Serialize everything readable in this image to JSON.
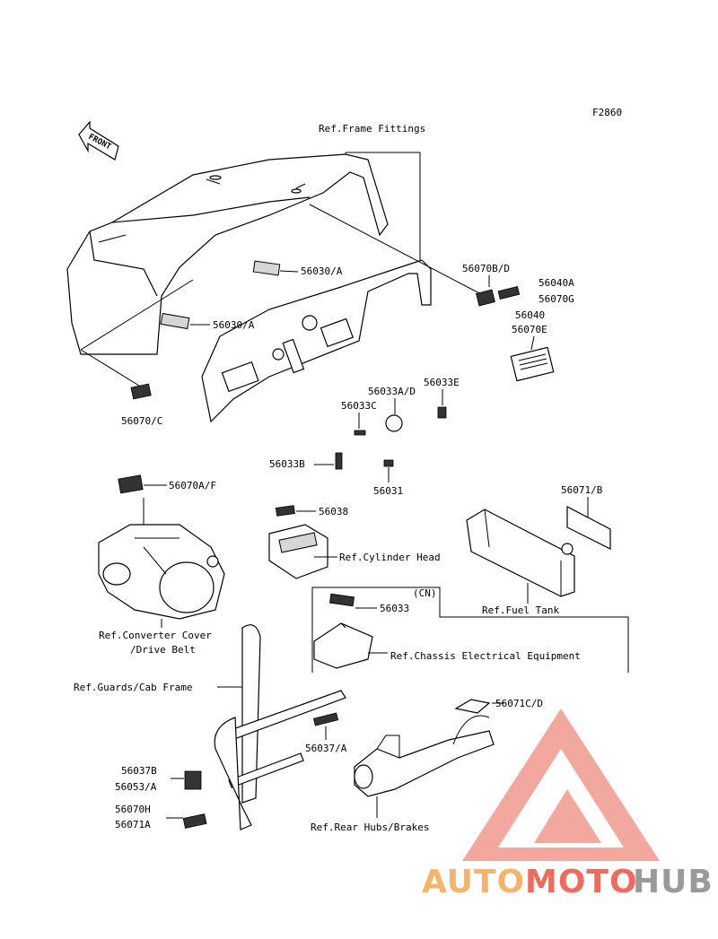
{
  "figure_id": "F2860",
  "front_arrow": "FRONT",
  "refs": {
    "frame_fittings": "Ref.Frame Fittings",
    "cylinder_head": "Ref.Cylinder Head",
    "fuel_tank": "Ref.Fuel Tank",
    "chassis_electrical": "Ref.Chassis Electrical Equipment",
    "converter_cover_1": "Ref.Converter Cover",
    "converter_cover_2": "/Drive Belt",
    "guards_cab_frame": "Ref.Guards/Cab Frame",
    "rear_hubs_brakes": "Ref.Rear Hubs/Brakes",
    "cn_tag": "(CN)"
  },
  "parts": {
    "p56030A_top": "56030/A",
    "p56030A_left": "56030/A",
    "p56070C": "56070/C",
    "p56070BD": "56070B/D",
    "p56040A": "56040A",
    "p56070G": "56070G",
    "p56040": "56040",
    "p56070E": "56070E",
    "p56033AD": "56033A/D",
    "p56033E": "56033E",
    "p56033C": "56033C",
    "p56033B": "56033B",
    "p56031": "56031",
    "p56070AF": "56070A/F",
    "p56038": "56038",
    "p56071B": "56071/B",
    "p56033": "56033",
    "p56071CD": "56071C/D",
    "p56037A": "56037/A",
    "p56037B": "56037B",
    "p56053A": "56053/A",
    "p56070H": "56070H",
    "p56071A": "56071A"
  },
  "watermark": {
    "part1": "AUTO",
    "part2": "MOTO",
    "part3": "HUB",
    "color_orange": "#f5b46a",
    "color_red": "#ef6b5f",
    "color_gray": "#9a9a9a"
  }
}
